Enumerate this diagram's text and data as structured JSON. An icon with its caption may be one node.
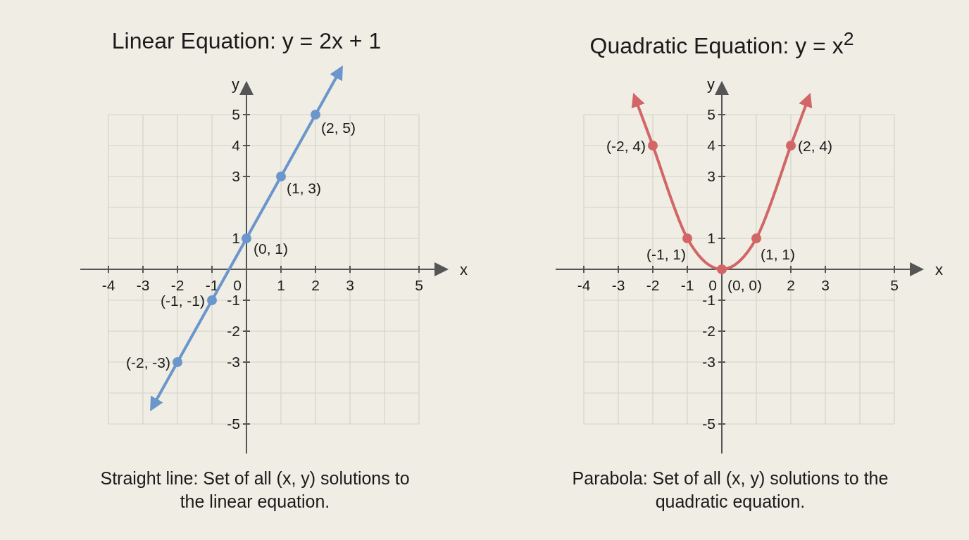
{
  "diagram": {
    "chart_data": [
      {
        "type": "line",
        "title": "Linear Equation: y = 2x + 1",
        "xlabel": "x",
        "ylabel": "y",
        "x": [
          -2,
          -1,
          0,
          1,
          2
        ],
        "series": [
          {
            "color": "#6b96cc",
            "values": [
              -3,
              -1,
              1,
              3,
              5
            ],
            "marker": "circle"
          }
        ],
        "grid": true,
        "xlim": [
          -4,
          5
        ],
        "ylim": [
          -5,
          5
        ],
        "xticks": [
          -4,
          -3,
          -2,
          -1,
          0,
          1,
          2,
          3,
          5
        ],
        "yticks": [
          5,
          4,
          3,
          1,
          -1,
          -2,
          -3,
          -5
        ],
        "annotations": [
          {
            "x": -2,
            "y": -3,
            "text": "(-2, -3)"
          },
          {
            "x": -1,
            "y": -1,
            "text": "(-1, -1)"
          },
          {
            "x": 0,
            "y": 1,
            "text": "(0, 1)"
          },
          {
            "x": 1,
            "y": 3,
            "text": "(1, 3)"
          },
          {
            "x": 2,
            "y": 5,
            "text": "(2, 5)"
          }
        ]
      },
      {
        "type": "line",
        "title": "Quadratic Equation: y = x$^{2}$",
        "xlabel": "x",
        "ylabel": "y",
        "x": [
          -2,
          -1,
          0,
          1,
          2
        ],
        "series": [
          {
            "color": "#d26666",
            "values": [
              4,
              1,
              0,
              1,
              4
            ],
            "marker": "circle"
          }
        ],
        "grid": true,
        "xlim": [
          -4,
          5
        ],
        "ylim": [
          -5,
          5
        ],
        "xticks": [
          -4,
          -3,
          -2,
          -1,
          0,
          2,
          3,
          5
        ],
        "yticks": [
          5,
          4,
          3,
          1,
          -1,
          -2,
          -3,
          -5
        ],
        "annotations": [
          {
            "x": -2,
            "y": 4,
            "text": "(-2, 4)"
          },
          {
            "x": -1,
            "y": 1,
            "text": "(-1, 1)"
          },
          {
            "x": 0,
            "y": 0,
            "text": "(0, 0)"
          },
          {
            "x": 1,
            "y": 1,
            "text": "(1, 1)"
          },
          {
            "x": 2,
            "y": 4,
            "text": "(2, 4)"
          }
        ]
      }
    ],
    "labels": [
      "Straight line: Set of all (x, y) solutions to the linear equation.",
      "Parabola: Set of all (x, y) solutions to the quadratic equation."
    ]
  }
}
